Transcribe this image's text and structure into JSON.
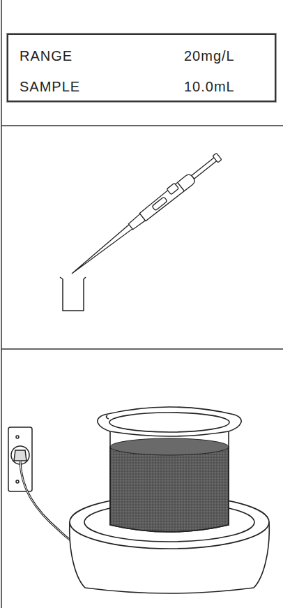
{
  "diagram": {
    "nodes": [
      {
        "text": [
          "RANGE",
          "20mg/L",
          "SAMPLE",
          "10.0mL"
        ]
      }
    ]
  }
}
